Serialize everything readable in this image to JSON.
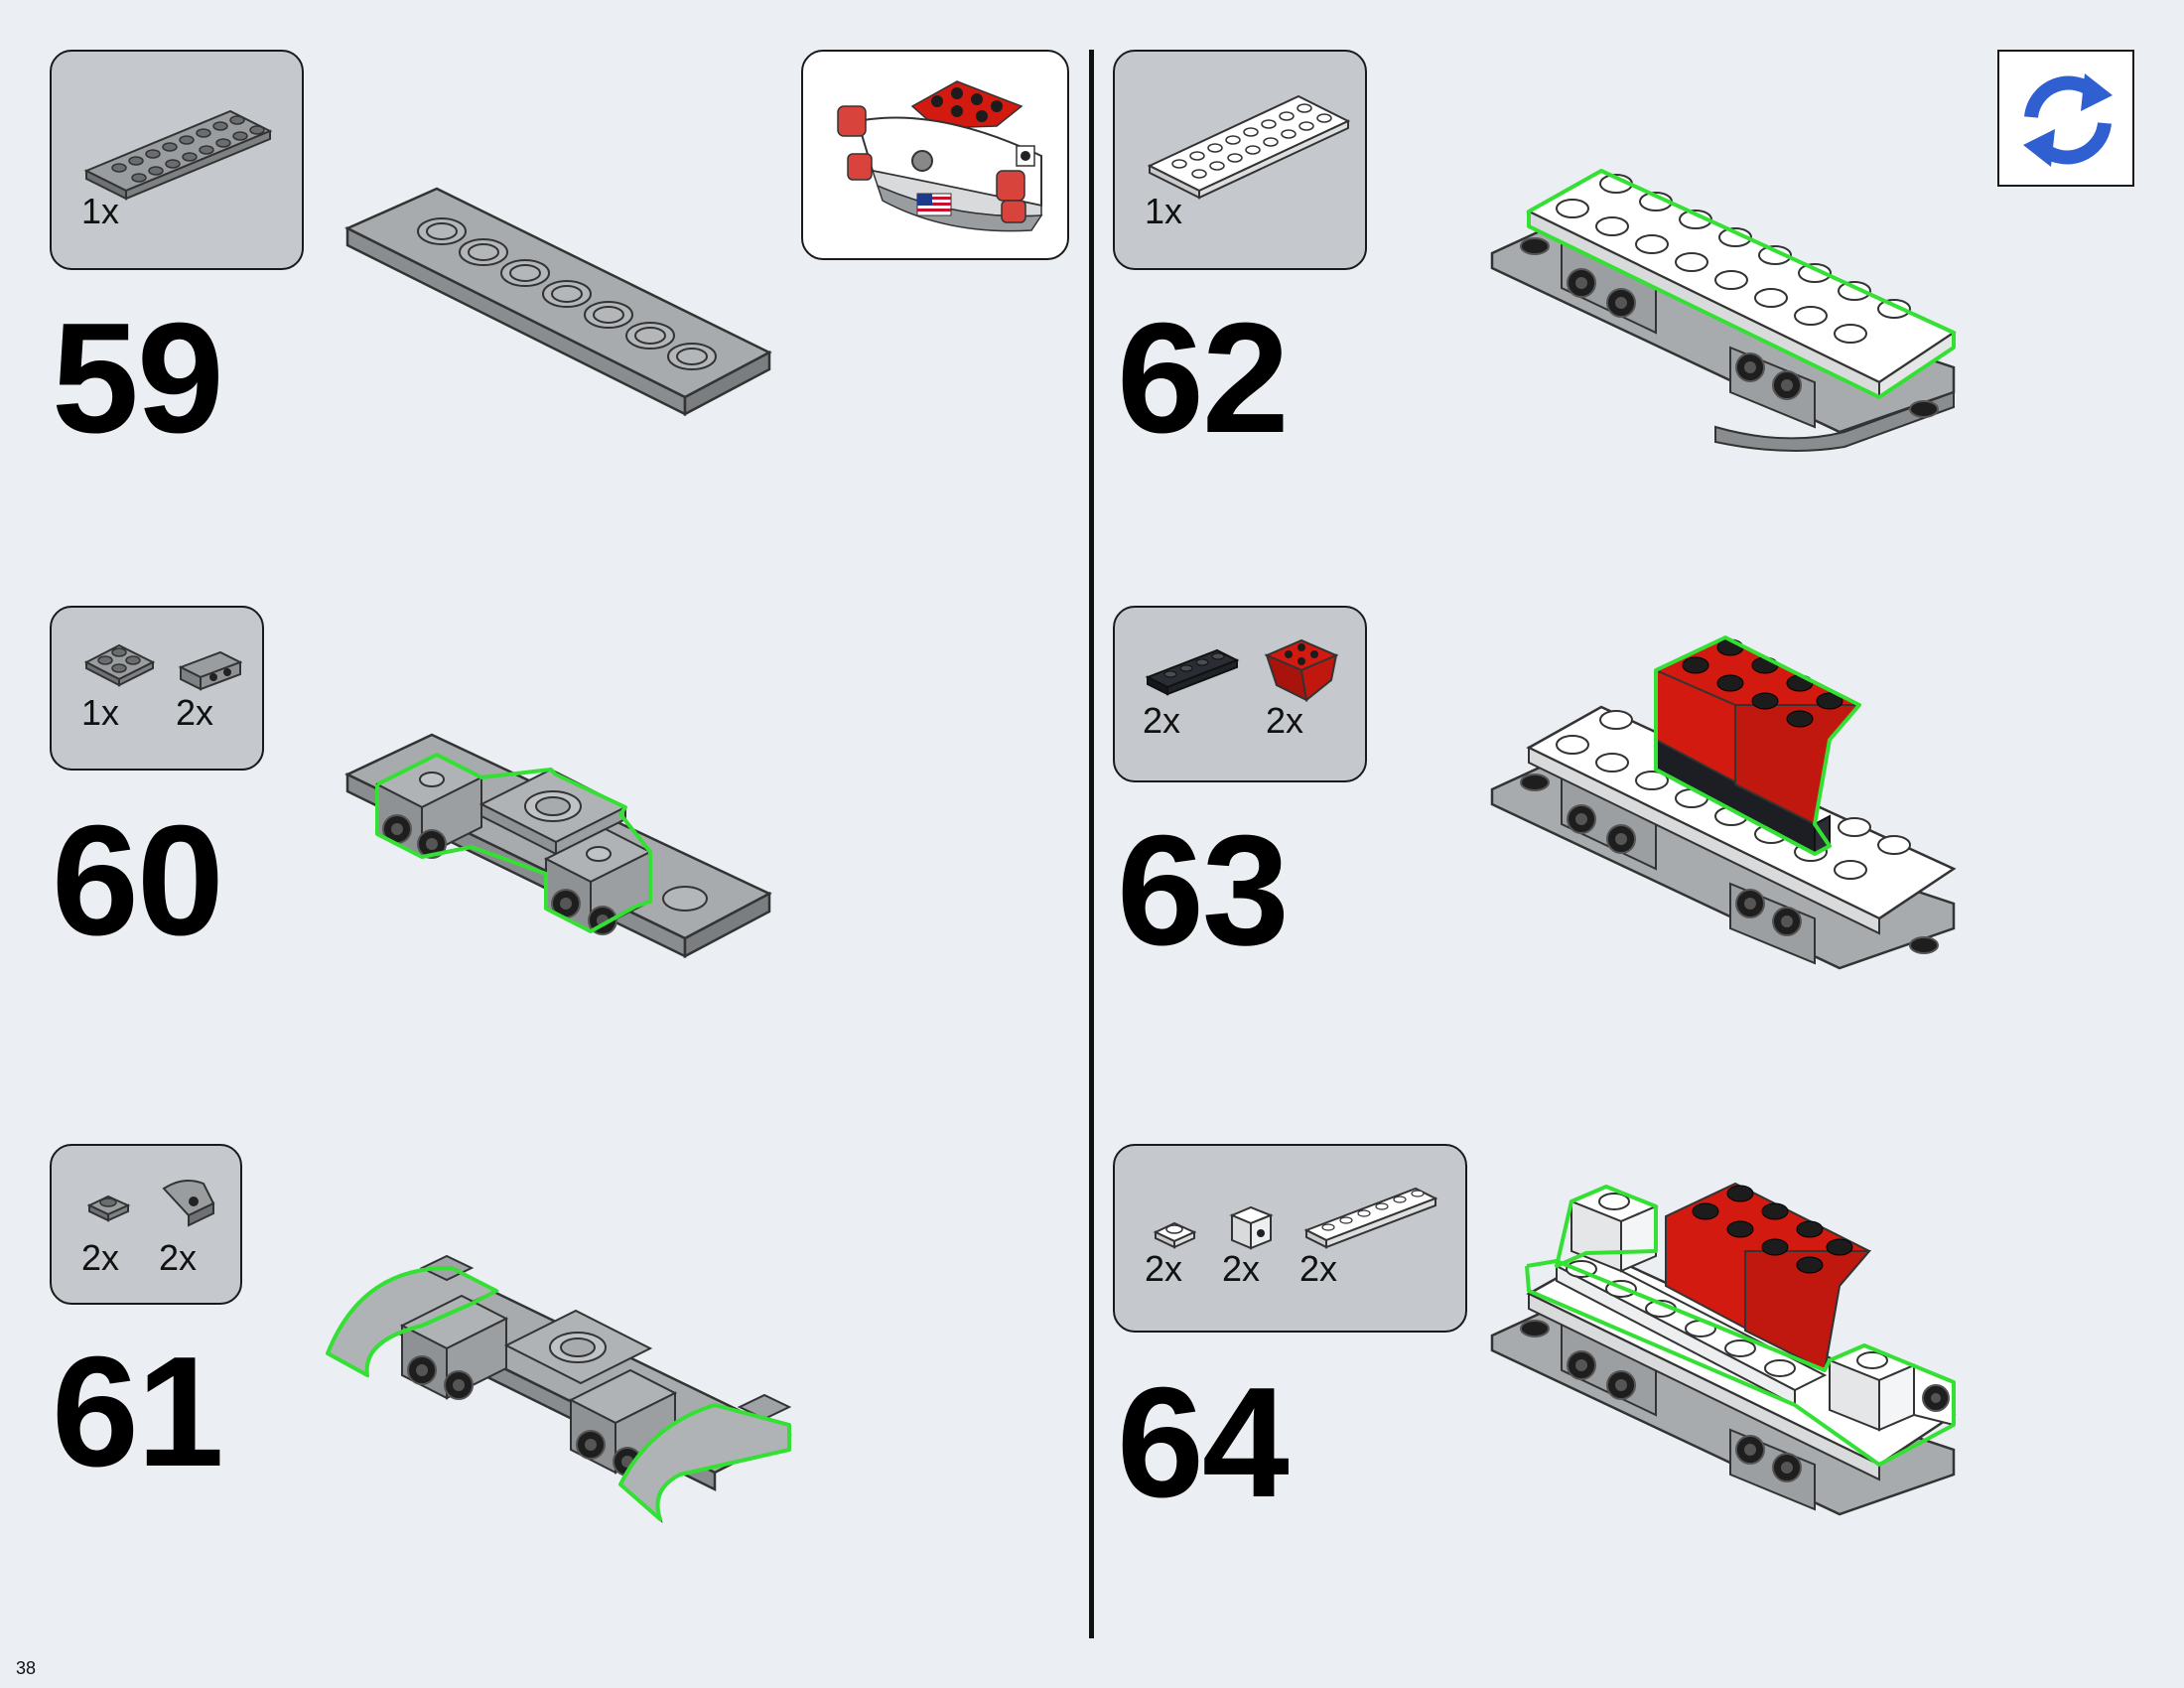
{
  "page_number": "38",
  "steps": [
    {
      "number": "59",
      "parts": [
        {
          "qty": "1x",
          "icon": "gray-plate-1x8-icon"
        }
      ]
    },
    {
      "number": "60",
      "parts": [
        {
          "qty": "1x",
          "icon": "gray-plate-2x2-icon"
        },
        {
          "qty": "2x",
          "icon": "gray-brick-side-studs-icon"
        }
      ]
    },
    {
      "number": "61",
      "parts": [
        {
          "qty": "2x",
          "icon": "gray-plate-1x1-icon"
        },
        {
          "qty": "2x",
          "icon": "gray-curved-slope-icon"
        }
      ]
    },
    {
      "number": "62",
      "parts": [
        {
          "qty": "1x",
          "icon": "white-plate-2x8-icon"
        }
      ]
    },
    {
      "number": "63",
      "parts": [
        {
          "qty": "2x",
          "icon": "black-plate-1x4-icon"
        },
        {
          "qty": "2x",
          "icon": "red-inverted-slope-icon"
        }
      ]
    },
    {
      "number": "64",
      "parts": [
        {
          "qty": "2x",
          "icon": "white-plate-1x1-icon"
        },
        {
          "qty": "2x",
          "icon": "white-brick-1x1-stud-icon"
        },
        {
          "qty": "2x",
          "icon": "white-plate-1x6-icon"
        }
      ]
    }
  ],
  "colors": {
    "highlight": "#33e033",
    "gray": "#a5a8ab",
    "red": "#d21a10",
    "black": "#1c1c1c",
    "white": "#ffffff",
    "panel": "#c5c9cd",
    "background": "#ebeff3",
    "rotate_blue": "#2f5fd0"
  },
  "rotate_icon": "rotate-arrows-icon"
}
